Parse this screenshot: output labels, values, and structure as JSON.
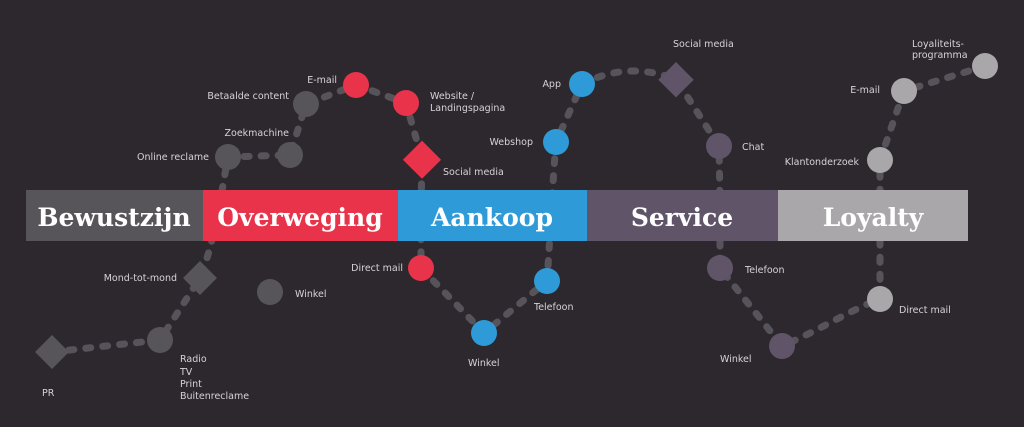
{
  "colors": {
    "background": "#2d282e",
    "bewustzijn": "#57545a",
    "overweging": "#e8334a",
    "aankoop": "#2e9bd8",
    "service": "#605568",
    "loyalty": "#a9a7aa",
    "path": "#57535a"
  },
  "phases": [
    "Bewustzijn",
    "Overweging",
    "Aankoop",
    "Service",
    "Loyalty"
  ],
  "bewustzijn": {
    "online_reclame": "Online reclame",
    "zoekmachine": "Zoekmachine",
    "betaalde_content": "Betaalde content",
    "mond_tot_mond": "Mond-tot-mond",
    "winkel": "Winkel",
    "pr": "PR",
    "radio": "Radio",
    "tv": "TV",
    "print": "Print",
    "buitenreclame": "Buitenreclame"
  },
  "overweging": {
    "email": "E-mail",
    "website_1": "Website /",
    "website_2": "Landingspagina",
    "social_media": "Social media",
    "direct_mail": "Direct mail"
  },
  "aankoop": {
    "app": "App",
    "webshop": "Webshop",
    "telefoon": "Telefoon",
    "winkel": "Winkel"
  },
  "service": {
    "social_media": "Social media",
    "chat": "Chat",
    "telefoon": "Telefoon",
    "winkel": "Winkel"
  },
  "loyalty": {
    "loyaliteit_1": "Loyaliteits-",
    "loyaliteit_2": "programma",
    "email": "E-mail",
    "klantonderzoek": "Klantonderzoek",
    "direct_mail": "Direct mail"
  }
}
